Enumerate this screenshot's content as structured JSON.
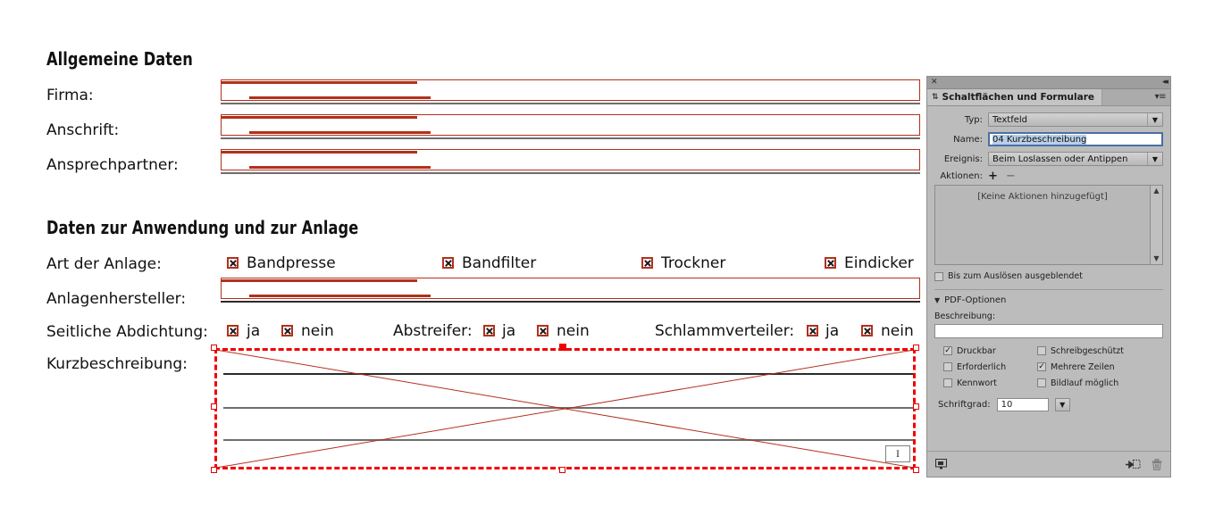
{
  "document": {
    "sections": [
      {
        "title": "Allgemeine Daten"
      },
      {
        "title": "Daten zur Anwendung und zur Anlage"
      }
    ],
    "labels": {
      "firma": "Firma:",
      "anschrift": "Anschrift:",
      "ansprechpartner": "Ansprechpartner:",
      "art_der_anlage": "Art der Anlage:",
      "anlagenhersteller": "Anlagenhersteller:",
      "seitliche_abdichtung": "Seitliche Abdichtung:",
      "abstreifer": "Abstreifer:",
      "schlammverteiler": "Schlammverteiler:",
      "kurzbeschreibung": "Kurzbeschreibung:"
    },
    "anlage_options": [
      "Bandpresse",
      "Bandfilter",
      "Trockner",
      "Eindicker"
    ],
    "yes_no": {
      "ja": "ja",
      "nein": "nein"
    },
    "caret_glyph": "I",
    "field_outline_color": "#b3301c",
    "selection_color": "#f00000"
  },
  "panel": {
    "titlebar": {
      "close_glyph": "✕",
      "collapse_glyph": "◂◂"
    },
    "tab": {
      "label": "Schaltflächen und Formulare",
      "grip_glyph": "⇅",
      "menu_glyph": "▾≡"
    },
    "type_row": {
      "label": "Typ:",
      "value": "Textfeld"
    },
    "name_row": {
      "label": "Name:",
      "value": "04 Kurzbeschreibung"
    },
    "event_row": {
      "label": "Ereignis:",
      "value": "Beim Loslassen oder Antippen"
    },
    "actions_row": {
      "label": "Aktionen:",
      "add_glyph": "+",
      "remove_glyph": "−"
    },
    "actions_list": {
      "placeholder": "[Keine Aktionen hinzugefügt]",
      "up_glyph": "▲",
      "down_glyph": "▼"
    },
    "hidden_until_triggered": {
      "label": "Bis zum Auslösen ausgeblendet",
      "checked": false
    },
    "pdf_options": {
      "label": "PDF-Optionen",
      "expanded": true,
      "triangle_glyph": "▼"
    },
    "description": {
      "label": "Beschreibung:",
      "value": ""
    },
    "checkboxes": [
      {
        "label": "Druckbar",
        "checked": true
      },
      {
        "label": "Schreibgeschützt",
        "checked": false
      },
      {
        "label": "Erforderlich",
        "checked": false
      },
      {
        "label": "Mehrere Zeilen",
        "checked": true
      },
      {
        "label": "Kennwort",
        "checked": false
      },
      {
        "label": "Bildlauf möglich",
        "checked": false
      }
    ],
    "font_size": {
      "label": "Schriftgrad:",
      "value": "10",
      "arrow_glyph": "▼"
    },
    "footer": {
      "preview_glyph": "▣",
      "convert_glyph": "⮞",
      "delete_glyph": "🗑"
    },
    "check_glyph": "✓",
    "accent_color": "#4a6fa8",
    "background_color": "#bcbcbc"
  }
}
